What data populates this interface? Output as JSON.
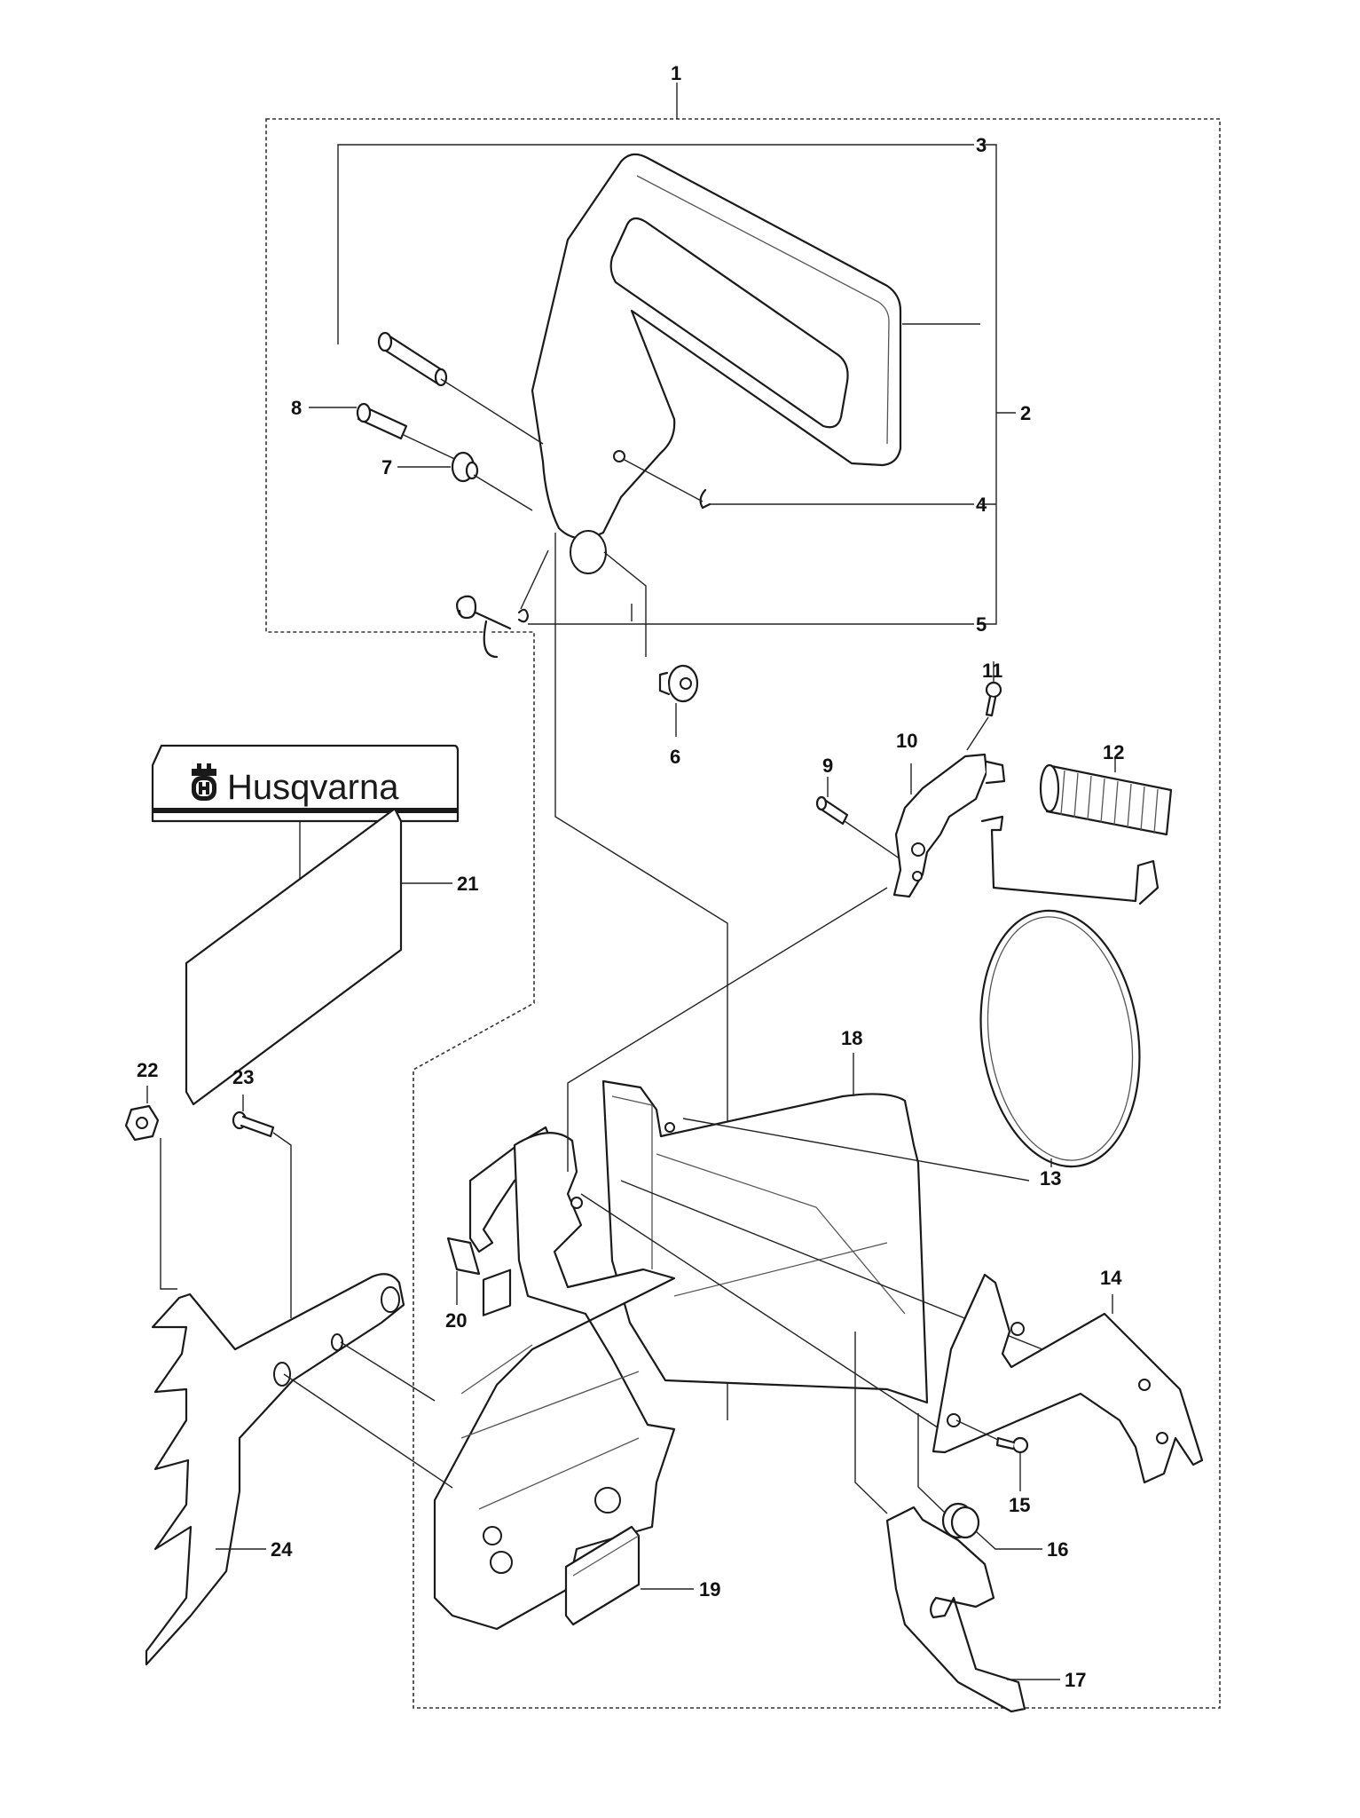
{
  "diagram": {
    "title": "Chain brake / clutch cover assembly (exploded view)",
    "decal_brand": "Husqvarna",
    "callouts": [
      {
        "id": "1",
        "label": "1"
      },
      {
        "id": "2",
        "label": "2"
      },
      {
        "id": "3",
        "label": "3"
      },
      {
        "id": "4",
        "label": "4"
      },
      {
        "id": "5",
        "label": "5"
      },
      {
        "id": "6",
        "label": "6"
      },
      {
        "id": "7",
        "label": "7"
      },
      {
        "id": "8",
        "label": "8"
      },
      {
        "id": "9",
        "label": "9"
      },
      {
        "id": "10",
        "label": "10"
      },
      {
        "id": "11",
        "label": "11"
      },
      {
        "id": "12",
        "label": "12"
      },
      {
        "id": "13",
        "label": "13"
      },
      {
        "id": "14",
        "label": "14"
      },
      {
        "id": "15",
        "label": "15"
      },
      {
        "id": "16",
        "label": "16"
      },
      {
        "id": "17",
        "label": "17"
      },
      {
        "id": "18",
        "label": "18"
      },
      {
        "id": "19",
        "label": "19"
      },
      {
        "id": "20",
        "label": "20"
      },
      {
        "id": "21",
        "label": "21"
      },
      {
        "id": "22",
        "label": "22"
      },
      {
        "id": "23",
        "label": "23"
      },
      {
        "id": "24",
        "label": "24"
      }
    ],
    "colors": {
      "line": "#1a1a1a",
      "background": "#ffffff"
    }
  }
}
